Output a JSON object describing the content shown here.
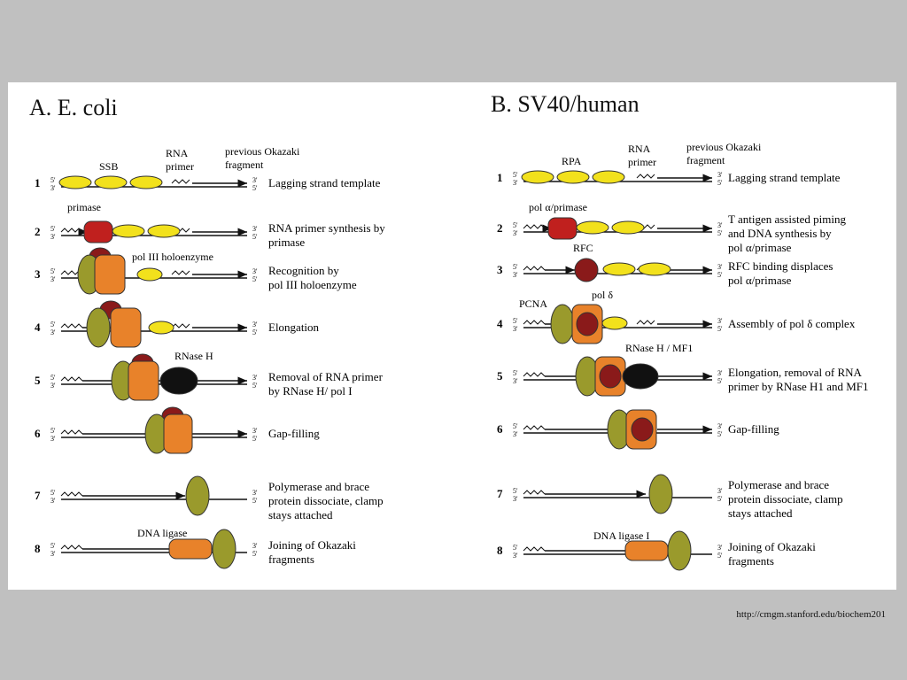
{
  "source_url": "http://cmgm.stanford.edu/biochem201",
  "panels": [
    {
      "id": "ecoli",
      "title": "A.  E. coli",
      "top_labels": {
        "protein": "SSB",
        "primer_l1": "RNA",
        "primer_l2": "primer",
        "prev_l1": "previous Okazaki",
        "prev_l2": "fragment"
      },
      "steps": [
        {
          "n": "1",
          "lines": [
            "Lagging strand template"
          ]
        },
        {
          "n": "2",
          "lines": [
            "RNA primer synthesis by",
            "primase"
          ]
        },
        {
          "n": "3",
          "lines": [
            "Recognition by",
            "pol III holoenzyme"
          ]
        },
        {
          "n": "4",
          "lines": [
            "Elongation"
          ]
        },
        {
          "n": "5",
          "lines": [
            "Removal of RNA primer",
            "by RNase H/ pol I"
          ]
        },
        {
          "n": "6",
          "lines": [
            "Gap-filling"
          ]
        },
        {
          "n": "7",
          "lines": [
            "Polymerase and brace",
            "protein dissociate, clamp",
            "stays attached"
          ]
        },
        {
          "n": "8",
          "lines": [
            "Joining of Okazaki",
            "fragments"
          ]
        }
      ],
      "enzyme_labels": {
        "primase": "primase",
        "pol3": "pol III holoenzyme",
        "rnase": "RNase H",
        "ligase": "DNA ligase"
      }
    },
    {
      "id": "sv40",
      "title": "B.  SV40/human",
      "top_labels": {
        "protein": "RPA",
        "primer_l1": "RNA",
        "primer_l2": "primer",
        "prev_l1": "previous Okazaki",
        "prev_l2": "fragment"
      },
      "steps": [
        {
          "n": "1",
          "lines": [
            "Lagging strand template"
          ]
        },
        {
          "n": "2",
          "lines": [
            "T antigen assisted piming",
            "and DNA synthesis by",
            "pol α/primase"
          ]
        },
        {
          "n": "3",
          "lines": [
            "RFC binding displaces",
            "pol α/primase"
          ]
        },
        {
          "n": "4",
          "lines": [
            "Assembly of pol δ complex"
          ]
        },
        {
          "n": "5",
          "lines": [
            "Elongation, removal of RNA",
            "primer by RNase H1 and MF1"
          ]
        },
        {
          "n": "6",
          "lines": [
            "Gap-filling"
          ]
        },
        {
          "n": "7",
          "lines": [
            "Polymerase and brace",
            "protein dissociate, clamp",
            "stays attached"
          ]
        },
        {
          "n": "8",
          "lines": [
            "Joining of Okazaki",
            "fragments"
          ]
        }
      ],
      "enzyme_labels": {
        "pola": "pol α/primase",
        "rfc": "RFC",
        "pcna": "PCNA",
        "pold": "pol δ",
        "rnase": "RNase H / MF1",
        "ligase": "DNA ligase I"
      }
    }
  ],
  "strand_ends": {
    "five": "5'",
    "three": "3'"
  },
  "colors": {
    "ssb": "#f2e11c",
    "primase": "#c0201e",
    "pol_orange": "#e8822a",
    "clamp_green": "#9a9a2c",
    "dark_red": "#8a1a1a",
    "rnase": "#111111",
    "ligase": "#e8822a",
    "line": "#111111"
  }
}
